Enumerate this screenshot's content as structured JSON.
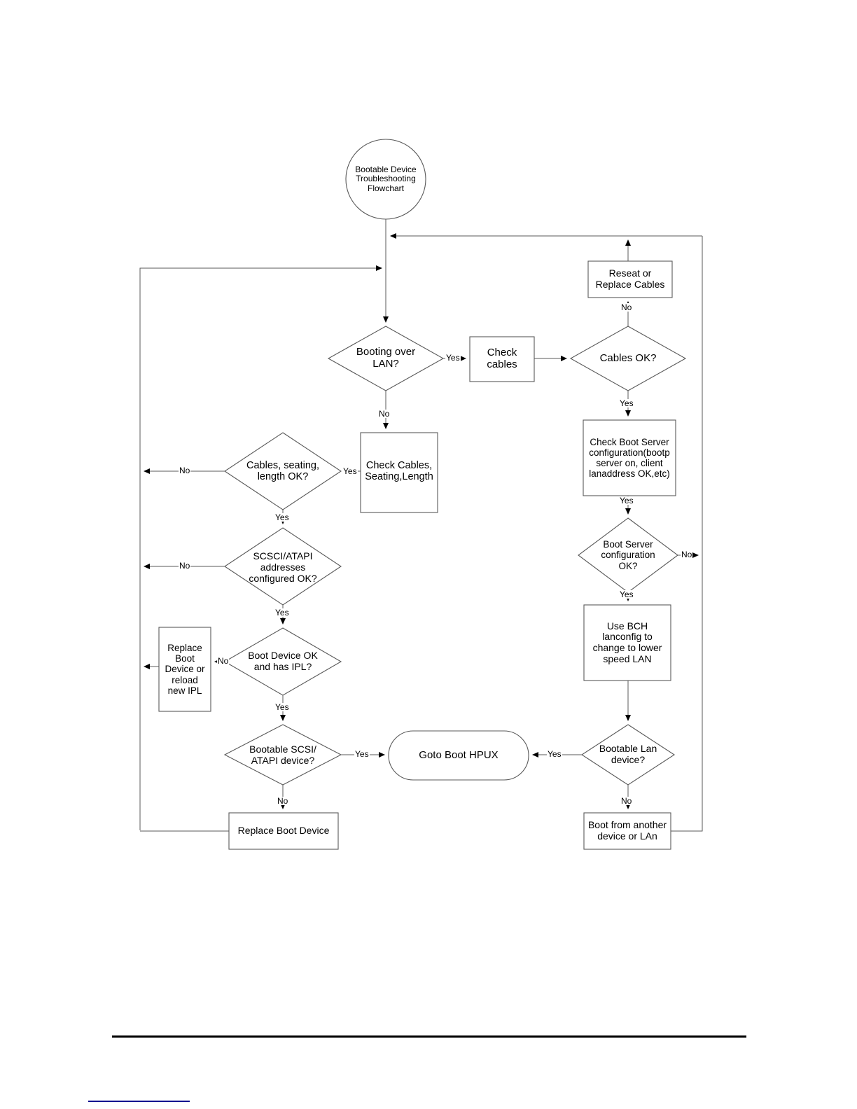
{
  "document": {
    "type": "flowchart-page",
    "title": "Bootable Device Troubleshooting Flowchart"
  },
  "nodes": {
    "start": {
      "label": "Bootable Device\nTroubleshooting\nFlowchart",
      "shape": "ellipse"
    },
    "booting_over_lan": {
      "label": "Booting over\nLAN?",
      "shape": "diamond"
    },
    "check_cables": {
      "label": "Check\ncables",
      "shape": "rect"
    },
    "cables_ok": {
      "label": "Cables OK?",
      "shape": "diamond"
    },
    "reseat_replace_cables": {
      "label": "Reseat or\nReplace Cables",
      "shape": "rect"
    },
    "check_boot_server": {
      "label": "Check Boot Server\nconfiguration(bootp\nserver on, client\nlanaddress OK,etc)",
      "shape": "rect"
    },
    "boot_server_config_ok": {
      "label": "Boot Server\nconfiguration\nOK?",
      "shape": "diamond"
    },
    "use_bch_lanconfig": {
      "label": "Use BCH\nlanconfig to\nchange to lower\nspeed LAN",
      "shape": "rect"
    },
    "bootable_lan_device": {
      "label": "Bootable Lan\ndevice?",
      "shape": "diamond"
    },
    "boot_from_another": {
      "label": "Boot from another\ndevice or LAn",
      "shape": "rect"
    },
    "check_cables_seating_length": {
      "label": "Check Cables,\nSeating,Length",
      "shape": "rect"
    },
    "cables_seating_length_ok": {
      "label": "Cables, seating,\nlength OK?",
      "shape": "diamond"
    },
    "scsci_atapi_addresses": {
      "label": "SCSCI/ATAPI\naddresses\nconfigured OK?",
      "shape": "diamond"
    },
    "boot_device_ok_ipl": {
      "label": "Boot Device OK\nand has IPL?",
      "shape": "diamond"
    },
    "replace_boot_device_reload_ipl": {
      "label": "Replace\nBoot\nDevice or\nreload\nnew IPL",
      "shape": "rect"
    },
    "bootable_scsi_atapi": {
      "label": "Bootable SCSI/\nATAPI device?",
      "shape": "diamond"
    },
    "replace_boot_device": {
      "label": "Replace Boot Device",
      "shape": "rect"
    },
    "goto_boot_hpux": {
      "label": "Goto Boot HPUX",
      "shape": "stadium"
    }
  },
  "edge_labels": {
    "lan_yes": "Yes",
    "lan_no": "No",
    "cables_ok_no": "No",
    "cables_ok_yes": "Yes",
    "boot_server_yes": "Yes",
    "boot_server_no": "No",
    "boot_server_cfg_yes": "Yes",
    "bootable_lan_yes": "Yes",
    "bootable_lan_no": "No",
    "csl_yes": "Yes",
    "csl_no": "No",
    "scsci_yes": "Yes",
    "scsci_no": "No",
    "bootdev_yes": "Yes",
    "bootdev_no": "No",
    "bootable_scsi_yes": "Yes",
    "bootable_scsi_no": "No"
  },
  "style": {
    "node_stroke": "#595959",
    "arrow_fill": "#000000",
    "connector_stroke": "#595959",
    "text_color": "#000000",
    "page_background": "#ffffff",
    "rule_color": "#000000",
    "footer_link_color": "#0b0b8f"
  }
}
